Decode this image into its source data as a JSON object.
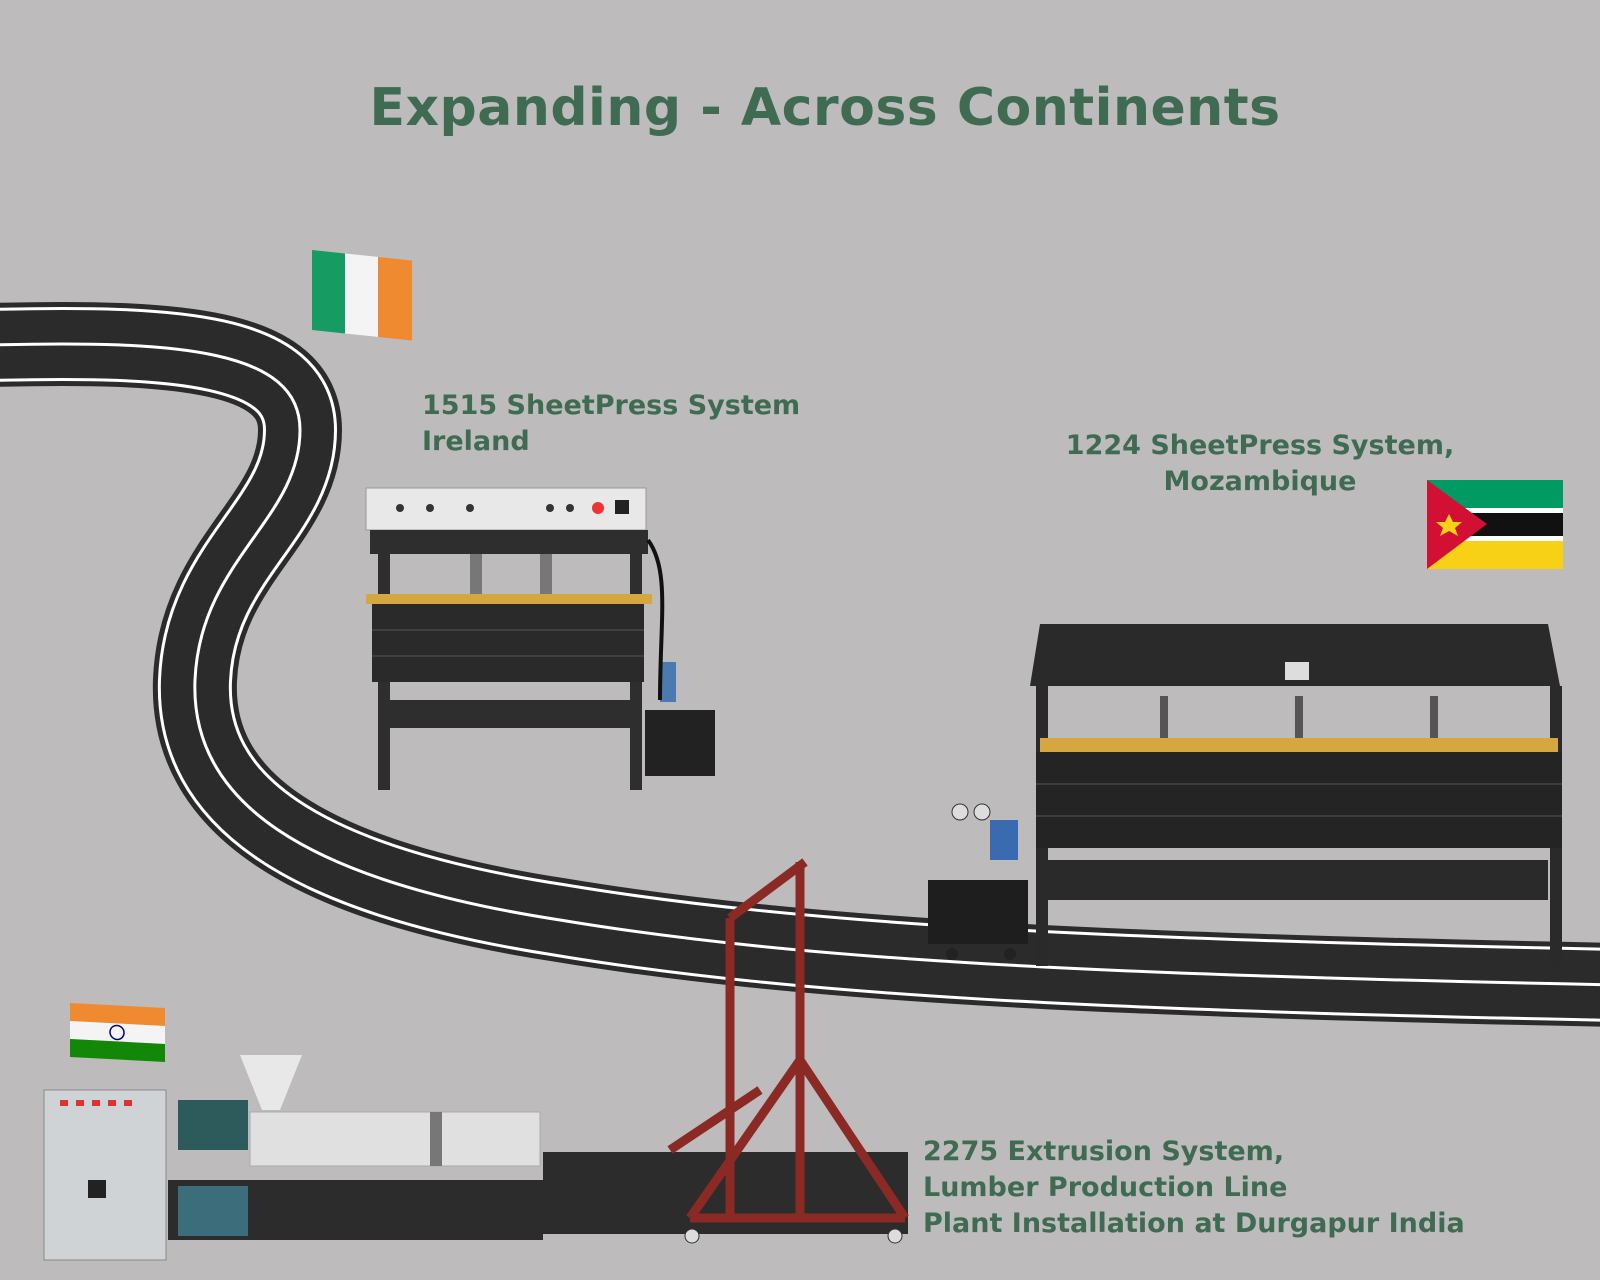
{
  "title": "Expanding - Across Continents",
  "installations": [
    {
      "lines": [
        "1515 SheetPress System",
        "Ireland"
      ],
      "flag": "ireland-flag"
    },
    {
      "lines": [
        "1224 SheetPress System,",
        "Mozambique"
      ],
      "flag": "mozambique-flag"
    },
    {
      "lines": [
        "2275 Extrusion System,",
        "Lumber Production Line",
        "Plant Installation at Durgapur India"
      ],
      "flag": "india-flag"
    }
  ],
  "colors": {
    "background": "#bdbbbc",
    "accent": "#3f6b52",
    "road": "#2b2b2b"
  }
}
